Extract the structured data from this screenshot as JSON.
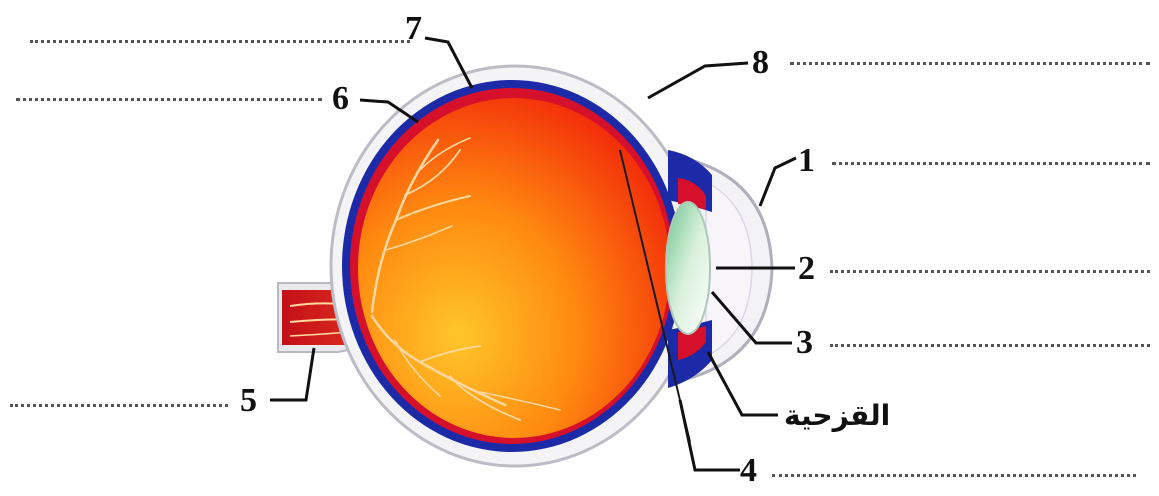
{
  "diagram": {
    "labels": {
      "l1": "1",
      "l2": "2",
      "l3": "3",
      "l4": "4",
      "l5": "5",
      "l6": "6",
      "l7": "7",
      "l8": "8",
      "iris": "القزحية"
    },
    "colors": {
      "sclera": "#f4f4f6",
      "choroid": "#1d2aa8",
      "retina_red": "#d6102a",
      "vitreous_inner": "#ffb21e",
      "vitreous_outer": "#f12408",
      "lens": "#bfe6c7",
      "vessel": "#ffd8a0"
    }
  }
}
